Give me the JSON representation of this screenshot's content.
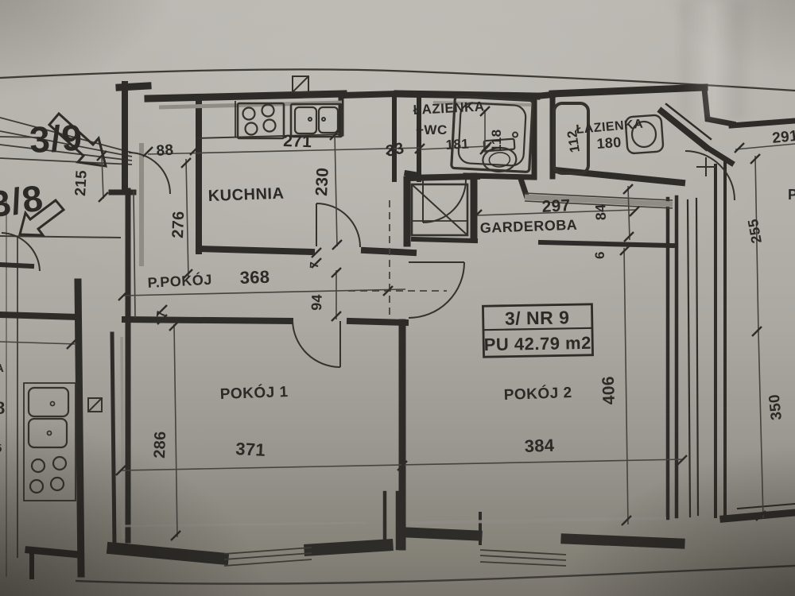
{
  "units": {
    "this_unit_arrow": "3/9",
    "neighbor_unit_arrow": "3/8",
    "info_box": {
      "line1": "3/ NR 9",
      "line2": "PU 42.79 m2"
    }
  },
  "rooms": {
    "kuchnia": "KUCHNIA",
    "lazienka_wc_line1": "ŁAZIENKA",
    "lazienka_wc_line2": "+WC",
    "lazienka_2": "ŁAZIENKA",
    "garderoba": "GARDEROBA",
    "p_pokoj": "P.POKÓJ",
    "pokoj_1": "POKÓJ 1",
    "pokoj_2": "POKÓJ 2"
  },
  "dims": {
    "d215": "215",
    "d88": "88",
    "d271": "271",
    "d230": "230",
    "d33": "33",
    "d181": "181",
    "d118": "118",
    "d112": "112",
    "d180": "180",
    "d291": "291",
    "d276": "276",
    "d297": "297",
    "d84": "84",
    "d6": "6",
    "d368": "368",
    "d94": "94",
    "d7_wall_a": "7",
    "d7_wall_b": "7",
    "d286": "286",
    "d371": "371",
    "d384": "384",
    "d406": "406",
    "d255": "255",
    "d350": "350"
  },
  "edge_fragments": {
    "left_a": "A",
    "left_8": "8",
    "left_5": "5",
    "right_p": "P"
  }
}
